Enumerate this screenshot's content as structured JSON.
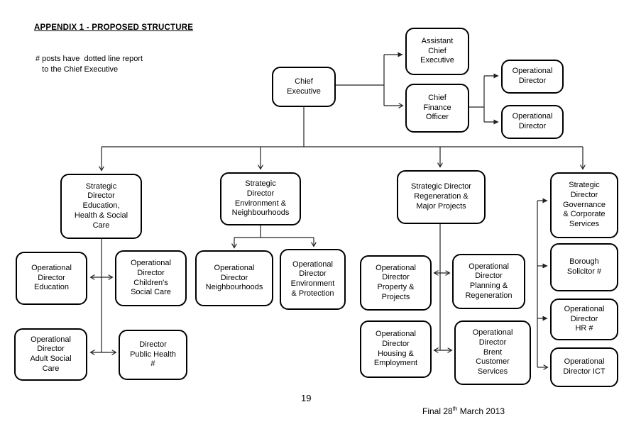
{
  "page": {
    "title": "APPENDIX 1 - PROPOSED STRUCTURE",
    "note": "# posts have  dotted line report\n   to the Chief Executive",
    "page_number": "19",
    "footer": {
      "prefix": "Final 28",
      "sup": "th",
      "suffix": " March 2013"
    }
  },
  "colors": {
    "background": "#ffffff",
    "box_border": "#000000",
    "text": "#000000",
    "line": "#222222"
  },
  "nodes": {
    "chief_executive": "Chief\nExecutive",
    "assistant_chief_executive": "Assistant\nChief\nExecutive",
    "chief_finance_officer": "Chief\nFinance\nOfficer",
    "operational_director_a": "Operational\nDirector",
    "operational_director_b": "Operational\nDirector",
    "sd_education": "Strategic\nDirector\nEducation,\nHealth & Social\nCare",
    "sd_environment": "Strategic\nDirector\nEnvironment &\nNeighbourhoods",
    "sd_regeneration": "Strategic Director\nRegeneration &\nMajor Projects",
    "sd_governance": "Strategic\nDirector\nGovernance\n& Corporate\nServices",
    "od_education": "Operational\nDirector\nEducation",
    "od_childrens_social_care": "Operational\nDirector\nChildren's\nSocial Care",
    "od_adult_social_care": "Operational\nDirector\nAdult Social\nCare",
    "director_public_health": "Director\nPublic Health\n#",
    "od_neighbourhoods": "Operational\nDirector\nNeighbourhoods",
    "od_environment_protection": "Operational\nDirector\nEnvironment\n& Protection",
    "od_property_projects": "Operational\nDirector\nProperty &\nProjects",
    "od_planning_regeneration": "Operational\nDirector\nPlanning &\nRegeneration",
    "od_housing_employment": "Operational\nDirector\nHousing &\nEmployment",
    "od_brent_customer_services": "Operational\nDirector\nBrent\nCustomer\nServices",
    "borough_solicitor": "Borough\nSolicitor #",
    "od_hr": "Operational\nDirector\nHR #",
    "od_ict": "Operational\nDirector ICT"
  },
  "edges": [
    "Chief Executive -> Assistant Chief Executive",
    "Chief Executive -> Chief Finance Officer",
    "Chief Finance Officer -> Operational Director (top)",
    "Chief Finance Officer -> Operational Director (bottom)",
    "Chief Executive -> Strategic Director Education, Health & Social Care",
    "Chief Executive -> Strategic Director Environment & Neighbourhoods",
    "Chief Executive -> Strategic Director Regeneration & Major Projects",
    "Chief Executive -> Strategic Director Governance & Corporate Services",
    "Strategic Director Environment & Neighbourhoods -> Operational Director Neighbourhoods",
    "Strategic Director Environment & Neighbourhoods -> Operational Director Environment & Protection",
    "Operational Director Education <-> Operational Director Children's Social Care",
    "Operational Director Adult Social Care <-> Director Public Health #",
    "Operational Director Property & Projects <-> Operational Director Planning & Regeneration",
    "Operational Director Housing & Employment <-> Operational Director Brent Customer Services",
    "Strategic Director Governance & Corporate Services -> Borough Solicitor #",
    "Strategic Director Governance & Corporate Services -> Operational Director HR #",
    "Strategic Director Governance & Corporate Services -> Operational Director ICT"
  ]
}
